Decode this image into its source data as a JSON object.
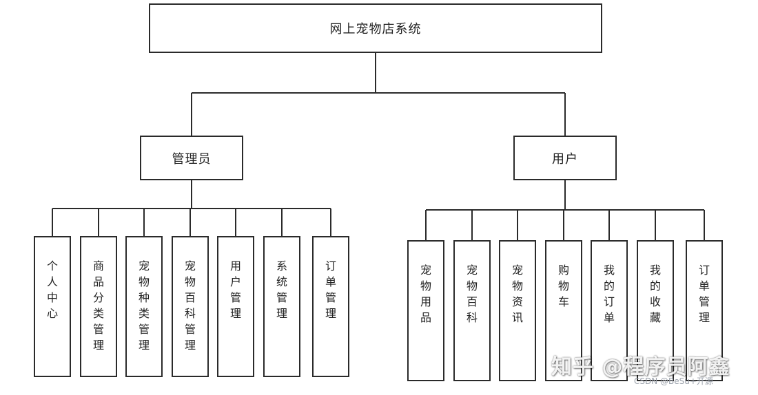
{
  "root": "网上宠物店系统",
  "branches": [
    {
      "label": "管理员",
      "children": [
        "个人中心",
        "商品分类管理",
        "宠物种类管理",
        "宠物百科管理",
        "用户管理",
        "系统管理",
        "订单管理"
      ]
    },
    {
      "label": "用户",
      "children": [
        "宠物用品",
        "宠物百科",
        "宠物资讯",
        "购物车",
        "我的订单",
        "我的收藏",
        "订单管理"
      ]
    }
  ],
  "watermark": "知乎 @程序员阿鑫",
  "watermark_sub": "CSDN @BeSu+开源"
}
